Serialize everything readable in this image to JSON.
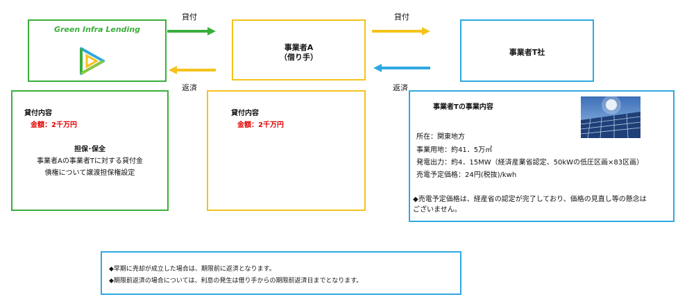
{
  "colors": {
    "green": "#3aae3a",
    "yellow": "#f5c21b",
    "blue": "#2ea8e0",
    "red": "#e00000"
  },
  "lender": {
    "name": "Green Infra Lending",
    "logo_icon": "triangle-logo-icon"
  },
  "borrower": {
    "name": "事業者A",
    "role": "（借り手）"
  },
  "company_t": {
    "name": "事業者T社"
  },
  "flows": {
    "lend_label_1": "貸付",
    "repay_label_1": "返済",
    "lend_label_2": "貸付",
    "repay_label_2": "返済"
  },
  "lender_detail": {
    "heading": "貸付内容",
    "amount": "金額：2千万円",
    "collateral_heading": "担保･保全",
    "collateral_line1": "事業者Aの事業者Tに対する貸付金",
    "collateral_line2": "債権について譲渡担保権設定"
  },
  "borrower_detail": {
    "heading": "貸付内容",
    "amount": "金額：2千万円"
  },
  "company_detail": {
    "heading": "事業者Tの事業内容",
    "photo_icon": "solar-panel-photo",
    "location": "所在：関東地方",
    "land": "事業用地：約41．5万㎡",
    "capacity": "発電出力：約4．15MW（経済産業省認定、50kWの低圧区画×83区画）",
    "price": "売電予定価格：24円(税抜)/kwh",
    "note_line1": "◆売電予定価格は、経産省の認定が完了しており、価格の見直し等の懸念は",
    "note_line2": "ございません。"
  },
  "footer_notes": {
    "line1": "◆早期に売却が成立した場合は、期限前に返済となります。",
    "line2": "◆期限前返済の場合については、利息の発生は借り手からの期限前返済日までとなります。"
  }
}
